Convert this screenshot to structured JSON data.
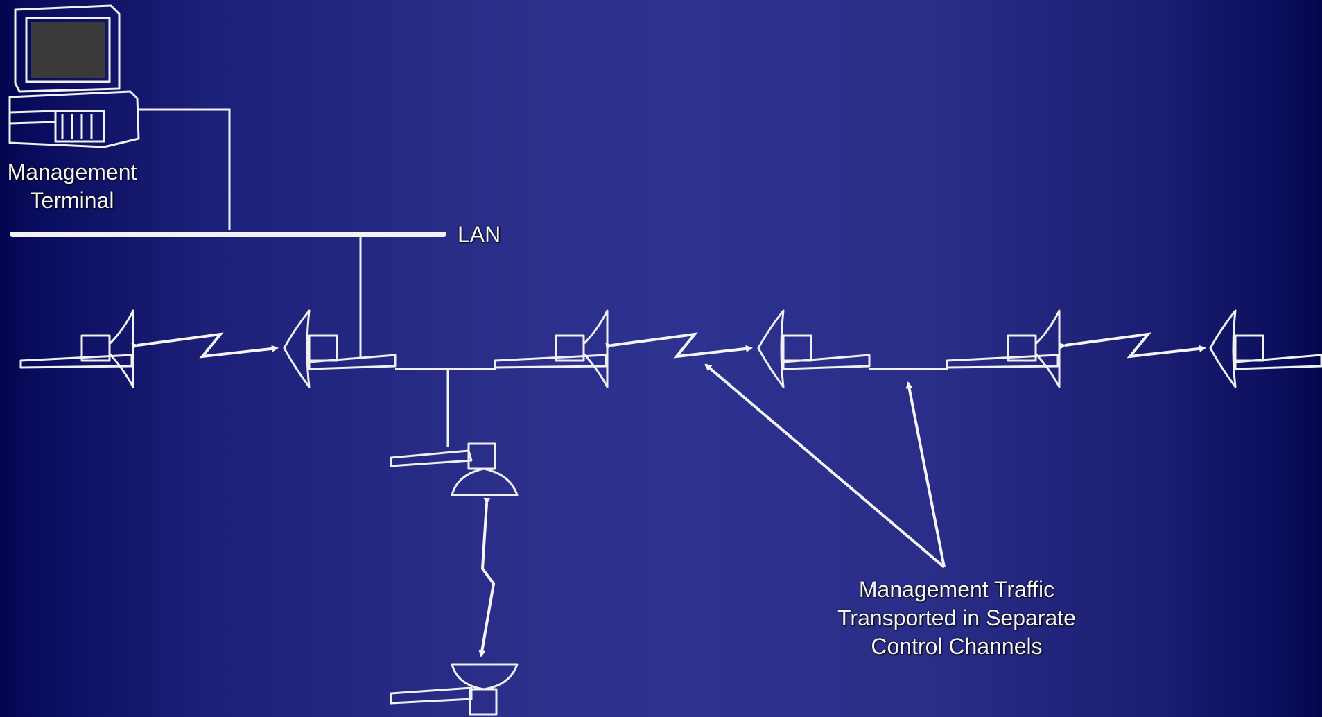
{
  "labels": {
    "terminal": [
      "Management",
      "Terminal"
    ],
    "lan": "LAN",
    "traffic": [
      "Management Traffic",
      "Transported in Separate",
      "Control Channels"
    ]
  },
  "colors": {
    "background_center": "#2e3290",
    "background_edge": "#03054e",
    "line": "#f2f2f2"
  },
  "icons": [
    "computer-icon",
    "microwave-antenna-icon",
    "radio-link-icon"
  ]
}
